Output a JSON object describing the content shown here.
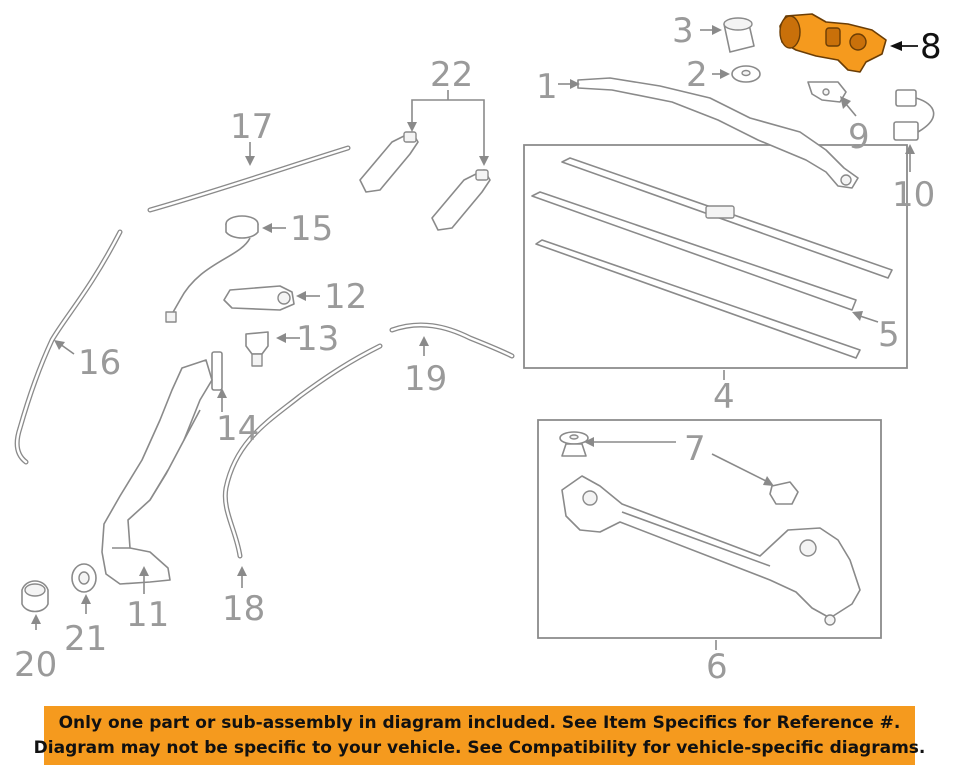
{
  "callouts": {
    "c1": "1",
    "c2": "2",
    "c3": "3",
    "c4": "4",
    "c5": "5",
    "c6": "6",
    "c7": "7",
    "c8": "8",
    "c9": "9",
    "c10": "10",
    "c11": "11",
    "c12": "12",
    "c13": "13",
    "c14": "14",
    "c15": "15",
    "c16": "16",
    "c17": "17",
    "c18": "18",
    "c19": "19",
    "c20": "20",
    "c21": "21",
    "c22": "22"
  },
  "highlight_color": "#f59a1e",
  "banner": {
    "line1": "Only one part or sub-assembly in diagram included. See Item Specifics for Reference #.",
    "line2": "Diagram may not be specific to your vehicle. See Compatibility for vehicle-specific diagrams."
  }
}
